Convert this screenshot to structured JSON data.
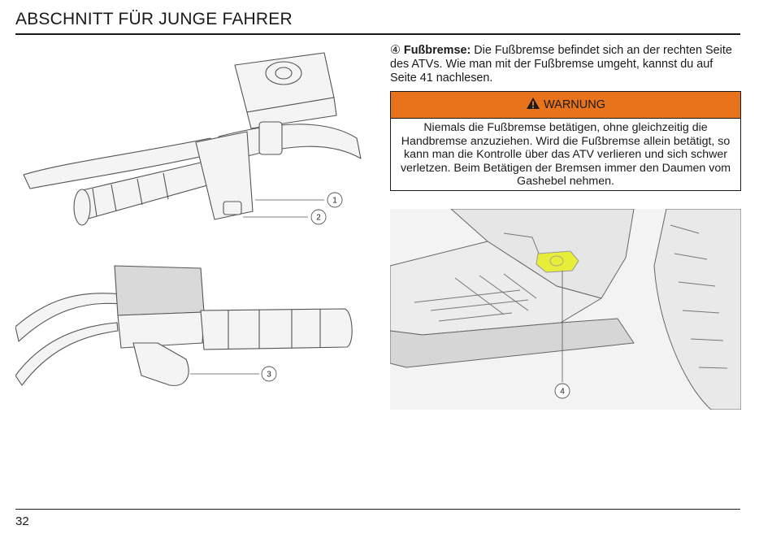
{
  "header": {
    "title": "ABSCHNITT FÜR JUNGE FAHRER"
  },
  "footer": {
    "page_number": "32"
  },
  "figures": {
    "top_left": {
      "callouts": [
        "1",
        "2"
      ]
    },
    "bottom_left": {
      "callouts": [
        "3"
      ]
    },
    "right": {
      "callouts": [
        "4"
      ]
    }
  },
  "foot_brake": {
    "marker": "④",
    "term": "Fußbremse:",
    "text": " Die Fußbremse befindet sich an der rechten Seite des ATVs. Wie man mit der Fußbremse umgeht, kannst du auf Seite 41 nachlesen."
  },
  "warning": {
    "label": "WARNUNG",
    "text": "Niemals die Fußbremse betätigen, ohne gleichzeitig die Handbremse anzuziehen. Wird die Fußbremse allein betätigt, so kann man die Kontrolle über das ATV verlieren und sich schwer verletzen. Beim Betätigen der Bremsen immer den Daumen vom Gashebel nehmen.",
    "colors": {
      "header": "#e8731a",
      "icon": "#1a1a1a"
    }
  },
  "colors": {
    "highlight": "#e6ee3a"
  }
}
